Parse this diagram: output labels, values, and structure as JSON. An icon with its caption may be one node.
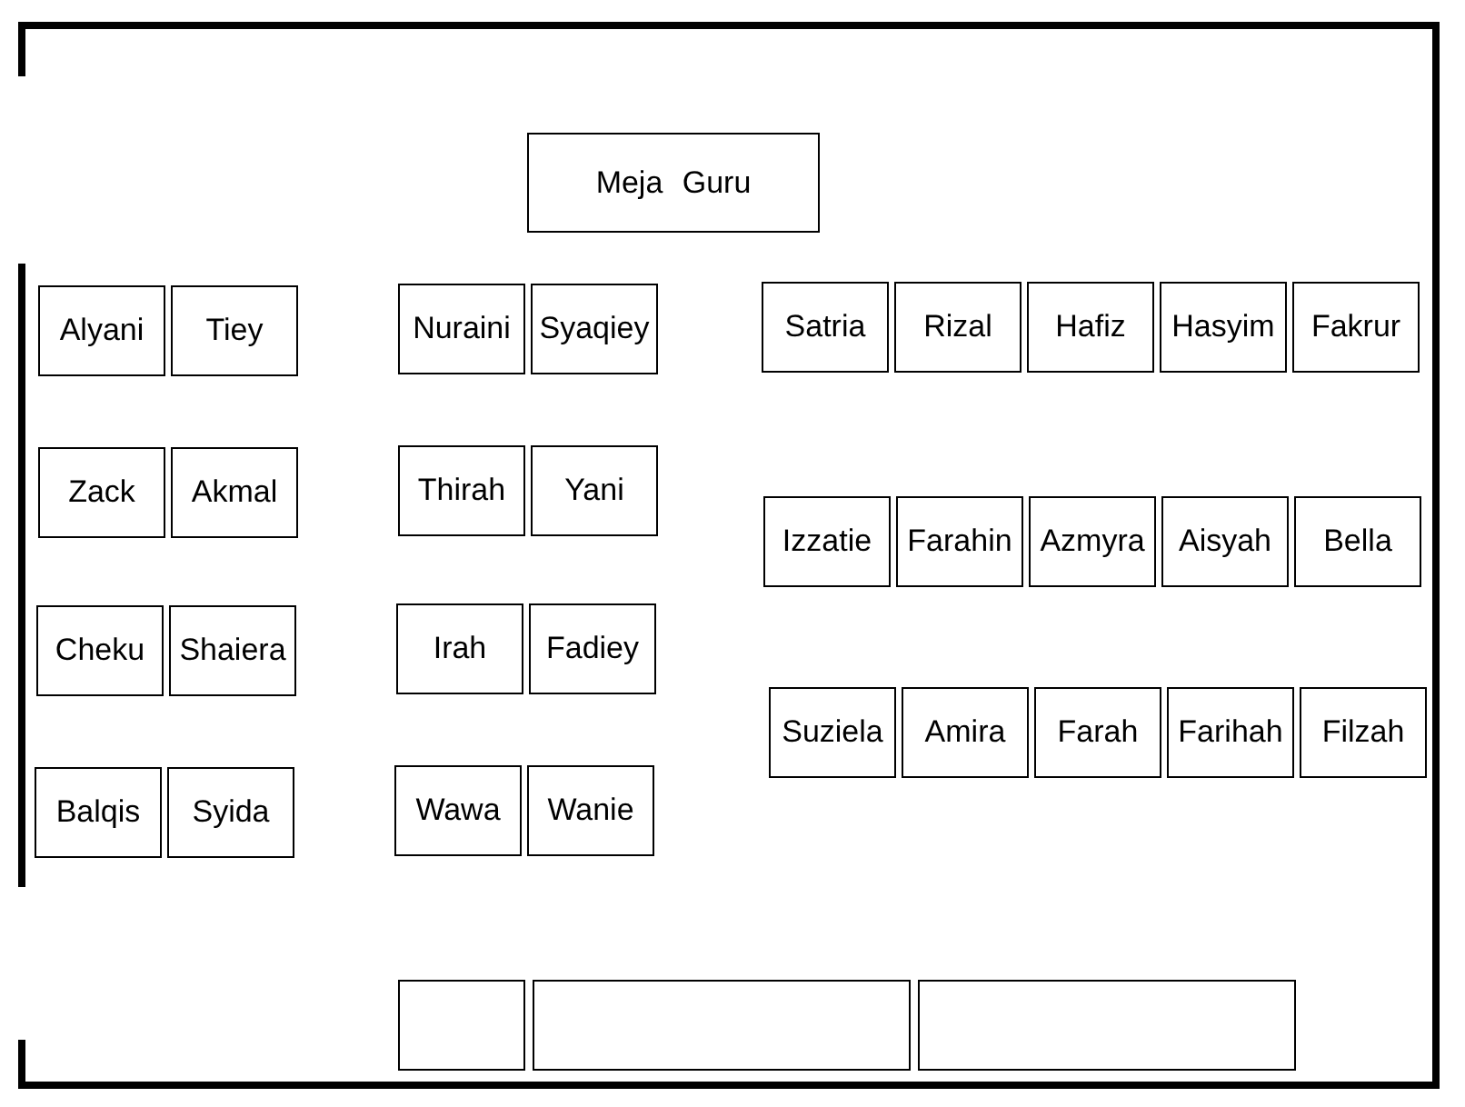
{
  "diagram": {
    "nodes": [
      {
        "text": [
          "Meja Guru"
        ]
      },
      {
        "text": [
          "Alyani"
        ]
      },
      {
        "text": [
          "Tiey"
        ]
      },
      {
        "text": [
          "Nuraini"
        ]
      },
      {
        "text": [
          "Syaqiey"
        ]
      },
      {
        "text": [
          "Satria"
        ]
      },
      {
        "text": [
          "Rizal"
        ]
      },
      {
        "text": [
          "Hafiz"
        ]
      },
      {
        "text": [
          "Hasyim"
        ]
      },
      {
        "text": [
          "Fakrur"
        ]
      },
      {
        "text": [
          "Zack"
        ]
      },
      {
        "text": [
          "Akmal"
        ]
      },
      {
        "text": [
          "Thirah"
        ]
      },
      {
        "text": [
          "Yani"
        ]
      },
      {
        "text": [
          "Izzatie"
        ]
      },
      {
        "text": [
          "Farahin"
        ]
      },
      {
        "text": [
          "Azmyra"
        ]
      },
      {
        "text": [
          "Aisyah"
        ]
      },
      {
        "text": [
          "Bella"
        ]
      },
      {
        "text": [
          "Cheku"
        ]
      },
      {
        "text": [
          "Shaiera"
        ]
      },
      {
        "text": [
          "Irah"
        ]
      },
      {
        "text": [
          "Fadiey"
        ]
      },
      {
        "text": [
          "Suziela"
        ]
      },
      {
        "text": [
          "Amira"
        ]
      },
      {
        "text": [
          "Farah"
        ]
      },
      {
        "text": [
          "Farihah"
        ]
      },
      {
        "text": [
          "Filzah"
        ]
      },
      {
        "text": [
          "Balqis"
        ]
      },
      {
        "text": [
          "Syida"
        ]
      },
      {
        "text": [
          "Wawa"
        ]
      },
      {
        "text": [
          "Wanie"
        ]
      },
      {
        "text": [],
        "shape": "box"
      },
      {
        "text": [],
        "shape": "box"
      },
      {
        "text": [],
        "shape": "box"
      }
    ]
  }
}
